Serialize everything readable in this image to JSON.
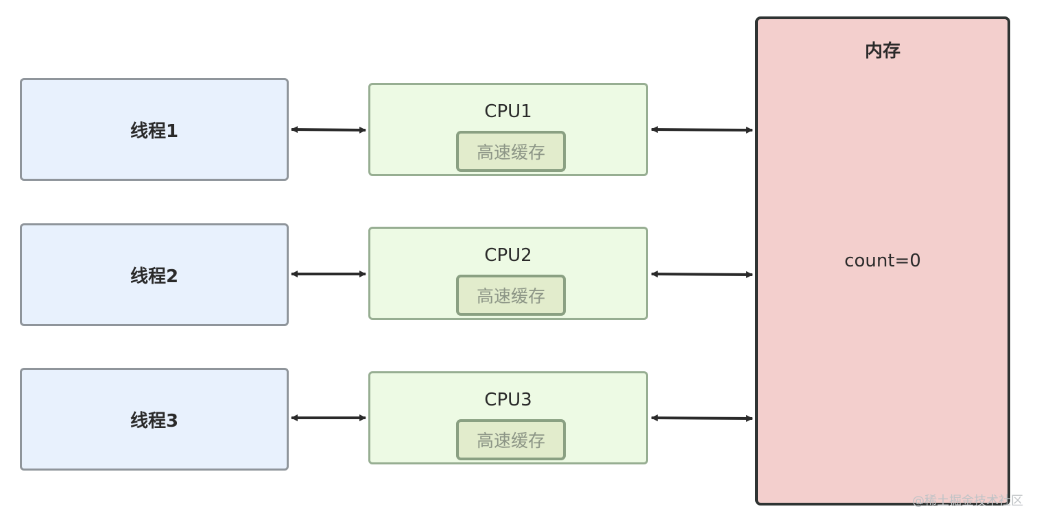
{
  "threads": [
    {
      "label": "线程1"
    },
    {
      "label": "线程2"
    },
    {
      "label": "线程3"
    }
  ],
  "cpus": [
    {
      "label": "CPU1",
      "cache_label": "高速缓存"
    },
    {
      "label": "CPU2",
      "cache_label": "高速缓存"
    },
    {
      "label": "CPU3",
      "cache_label": "高速缓存"
    }
  ],
  "memory": {
    "title": "内存",
    "value": "count=0"
  },
  "watermark": "@稀土掘金技术社区",
  "colors": {
    "thread_fill": "#e8f1fd",
    "thread_border": "#8f959b",
    "cpu_fill": "#edfae4",
    "cpu_border": "#97ae92",
    "cache_fill": "#e2eccc",
    "cache_border": "#8aa082",
    "memory_fill": "#f3cfcd",
    "memory_border": "#2f3433",
    "arrow": "#2a2a2a"
  }
}
